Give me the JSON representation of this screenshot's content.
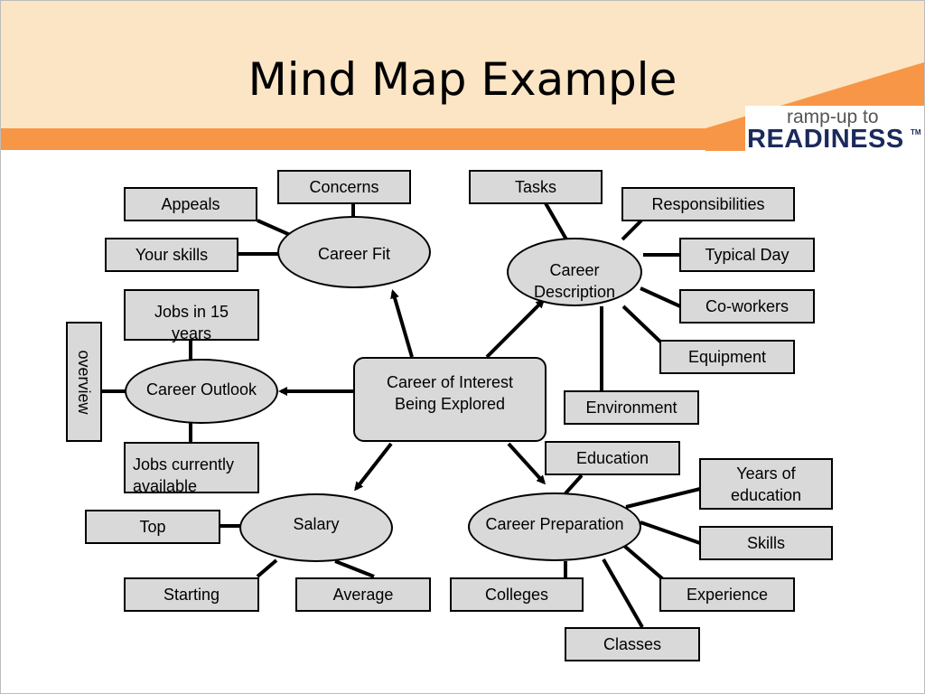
{
  "slide": {
    "title": "Mind Map Example",
    "logo": {
      "top": "ramp-up  to",
      "main": "READINESS",
      "tm": "TM"
    }
  },
  "colors": {
    "header": "#fbe5c4",
    "accent": "#f79646",
    "shape_fill": "#d9d9d9",
    "logo_text": "#1b2a5c"
  },
  "mindmap": {
    "center": "Career of Interest Being Explored",
    "career_fit": {
      "label": "Career Fit",
      "items": [
        "Concerns",
        "Appeals",
        "Your skills"
      ]
    },
    "career_description": {
      "label": "Career Description",
      "items": [
        "Tasks",
        "Responsibilities",
        "Typical Day",
        "Co-workers",
        "Equipment",
        "Environment"
      ]
    },
    "career_outlook": {
      "label": "Career Outlook",
      "items": [
        "Jobs in 15 years",
        "overview",
        "Jobs currently available"
      ]
    },
    "salary": {
      "label": "Salary",
      "items": [
        "Top",
        "Starting",
        "Average"
      ]
    },
    "career_preparation": {
      "label": "Career Preparation",
      "items": [
        "Education",
        "Years of education",
        "Skills",
        "Experience",
        "Classes",
        "Colleges"
      ]
    }
  }
}
